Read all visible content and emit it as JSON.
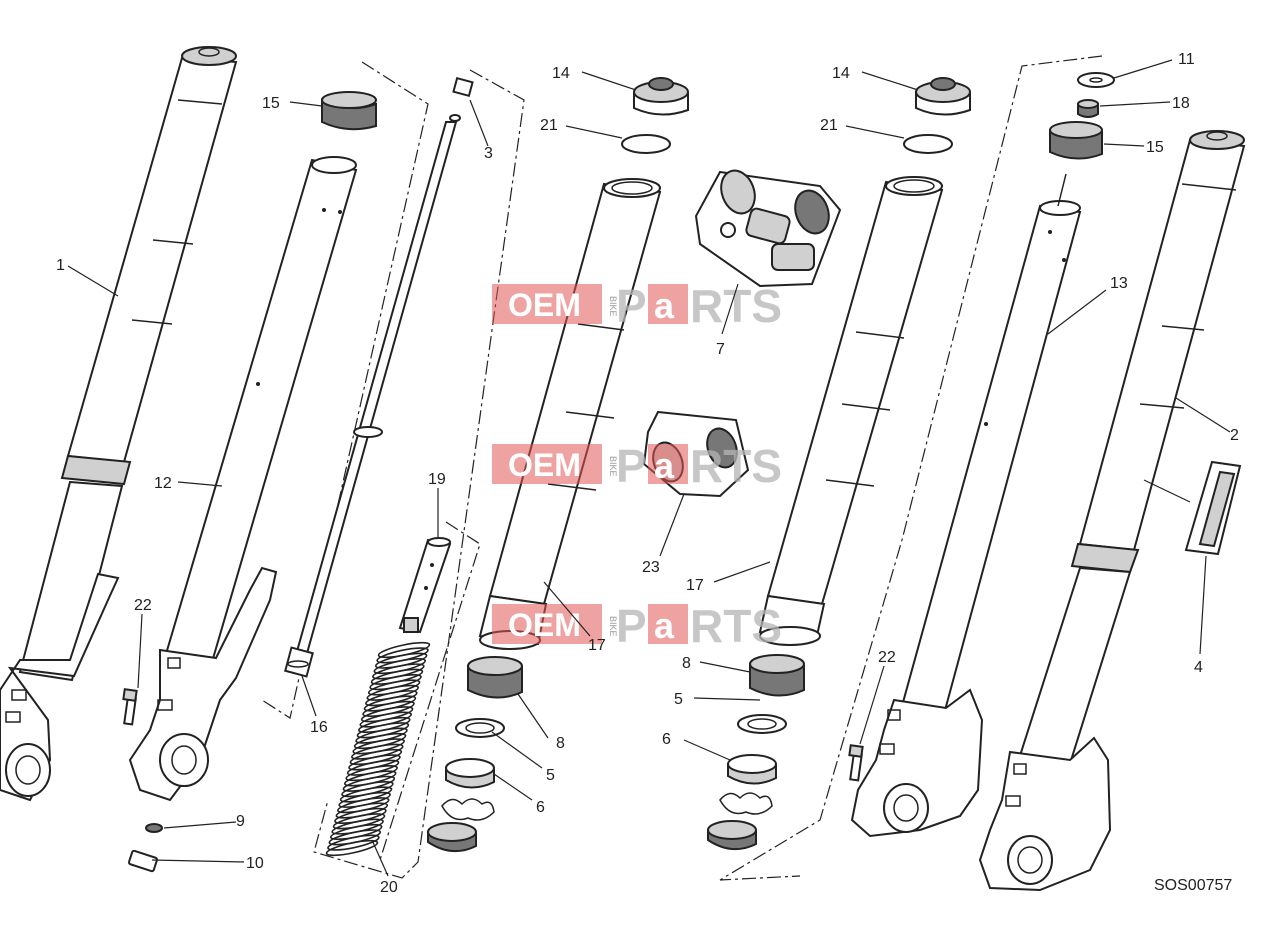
{
  "diagram": {
    "callouts": [
      {
        "id": "c1",
        "label": "1"
      },
      {
        "id": "c2",
        "label": "2"
      },
      {
        "id": "c3",
        "label": "3"
      },
      {
        "id": "c4",
        "label": "4"
      },
      {
        "id": "c5a",
        "label": "5"
      },
      {
        "id": "c5b",
        "label": "5"
      },
      {
        "id": "c6a",
        "label": "6"
      },
      {
        "id": "c6b",
        "label": "6"
      },
      {
        "id": "c7",
        "label": "7"
      },
      {
        "id": "c8a",
        "label": "8"
      },
      {
        "id": "c8b",
        "label": "8"
      },
      {
        "id": "c9",
        "label": "9"
      },
      {
        "id": "c10",
        "label": "10"
      },
      {
        "id": "c11",
        "label": "11"
      },
      {
        "id": "c12",
        "label": "12"
      },
      {
        "id": "c13",
        "label": "13"
      },
      {
        "id": "c14a",
        "label": "14"
      },
      {
        "id": "c14b",
        "label": "14"
      },
      {
        "id": "c15a",
        "label": "15"
      },
      {
        "id": "c15b",
        "label": "15"
      },
      {
        "id": "c16",
        "label": "16"
      },
      {
        "id": "c17a",
        "label": "17"
      },
      {
        "id": "c17b",
        "label": "17"
      },
      {
        "id": "c18",
        "label": "18"
      },
      {
        "id": "c19",
        "label": "19"
      },
      {
        "id": "c20",
        "label": "20"
      },
      {
        "id": "c21a",
        "label": "21"
      },
      {
        "id": "c21b",
        "label": "21"
      },
      {
        "id": "c22a",
        "label": "22"
      },
      {
        "id": "c22b",
        "label": "22"
      },
      {
        "id": "c23",
        "label": "23"
      }
    ],
    "reference_code": "SOS00757"
  },
  "watermark": {
    "brand_left": "OEM",
    "brand_small": "BIKE",
    "brand_right_1": "P",
    "brand_right_2": "a",
    "brand_right_3": "RTS"
  }
}
